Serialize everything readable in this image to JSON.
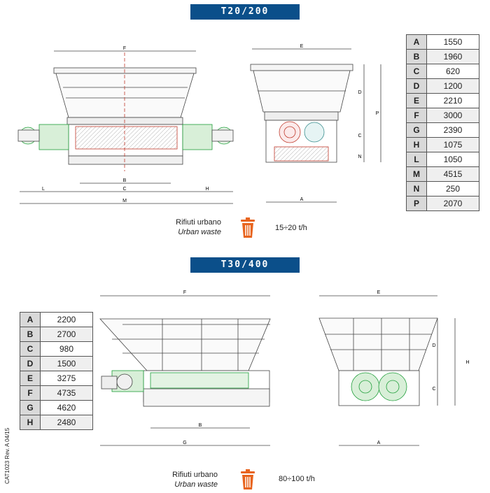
{
  "sections": [
    {
      "title": "T20/200",
      "dimensions": [
        {
          "key": "A",
          "value": "1550"
        },
        {
          "key": "B",
          "value": "1960"
        },
        {
          "key": "C",
          "value": "620"
        },
        {
          "key": "D",
          "value": "1200"
        },
        {
          "key": "E",
          "value": "2210"
        },
        {
          "key": "F",
          "value": "3000"
        },
        {
          "key": "G",
          "value": "2390"
        },
        {
          "key": "H",
          "value": "1075"
        },
        {
          "key": "L",
          "value": "1050"
        },
        {
          "key": "M",
          "value": "4515"
        },
        {
          "key": "N",
          "value": "250"
        },
        {
          "key": "P",
          "value": "2070"
        }
      ],
      "material_it": "Rifiuti urbano",
      "material_en": "Urban waste",
      "capacity": "15÷20 t/h",
      "drawing_labels": {
        "front": [
          "F",
          "B",
          "C",
          "L",
          "H",
          "M"
        ],
        "side": [
          "E",
          "D",
          "P",
          "C",
          "N",
          "A"
        ]
      }
    },
    {
      "title": "T30/400",
      "dimensions": [
        {
          "key": "A",
          "value": "2200"
        },
        {
          "key": "B",
          "value": "2700"
        },
        {
          "key": "C",
          "value": "980"
        },
        {
          "key": "D",
          "value": "1500"
        },
        {
          "key": "E",
          "value": "3275"
        },
        {
          "key": "F",
          "value": "4735"
        },
        {
          "key": "G",
          "value": "4620"
        },
        {
          "key": "H",
          "value": "2480"
        }
      ],
      "material_it": "Rifiuti urbano",
      "material_en": "Urban waste",
      "capacity": "80÷100 t/h",
      "drawing_labels": {
        "front": [
          "F",
          "B",
          "G"
        ],
        "side": [
          "E",
          "D",
          "H",
          "C",
          "A"
        ]
      }
    }
  ],
  "footer_code": "CAT1023 Rev. A 04/15",
  "colors": {
    "banner": "#0b4f8a",
    "bin_icon": "#e8641e",
    "machine_green": "#1f9e3a",
    "machine_red": "#c0392b",
    "hopper_teal": "#3a8e8e"
  },
  "icons": [
    "waste-bin-icon"
  ]
}
